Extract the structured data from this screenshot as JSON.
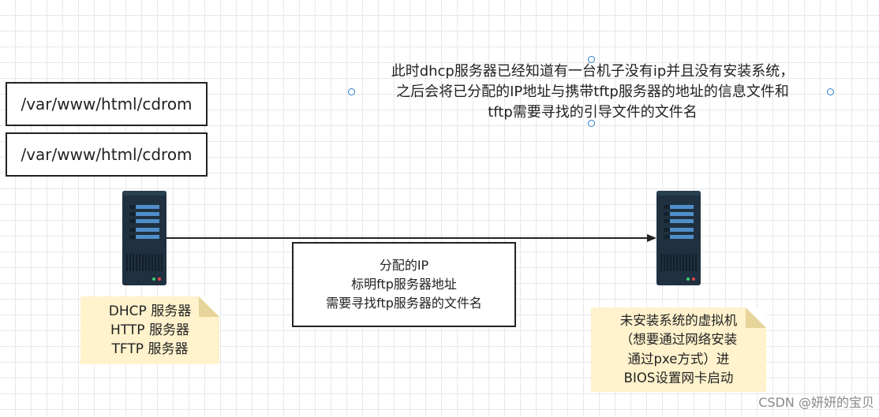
{
  "path_boxes": [
    "/var/www/html/cdrom",
    "/var/www/html/cdrom"
  ],
  "annotation": {
    "lines": [
      "此时dhcp服务器已经知道有一台机子没有ip并且没有安装系统，",
      "之后会将已分配的IP地址与携带tftp服务器的地址的信息文件和",
      "tftp需要寻找的引导文件的文件名"
    ]
  },
  "message": {
    "lines": [
      "分配的IP",
      "标明ftp服务器地址",
      "需要寻找ftp服务器的文件名"
    ]
  },
  "note_left": {
    "lines": [
      "DHCP 服务器",
      "HTTP 服务器",
      "TFTP  服务器"
    ]
  },
  "note_right": {
    "lines": [
      "未安装系统的虚拟机",
      "（想要通过网络安装",
      "通过pxe方式）进",
      "BIOS设置网卡启动"
    ]
  },
  "watermark": "CSDN @妍妍的宝贝",
  "icons": {
    "server": "server-icon"
  },
  "colors": {
    "server_body": "#1f3140",
    "server_slot": "#4f8ec9",
    "note_bg": "#fff2cc",
    "selection_handle": "#2b7bd4"
  }
}
